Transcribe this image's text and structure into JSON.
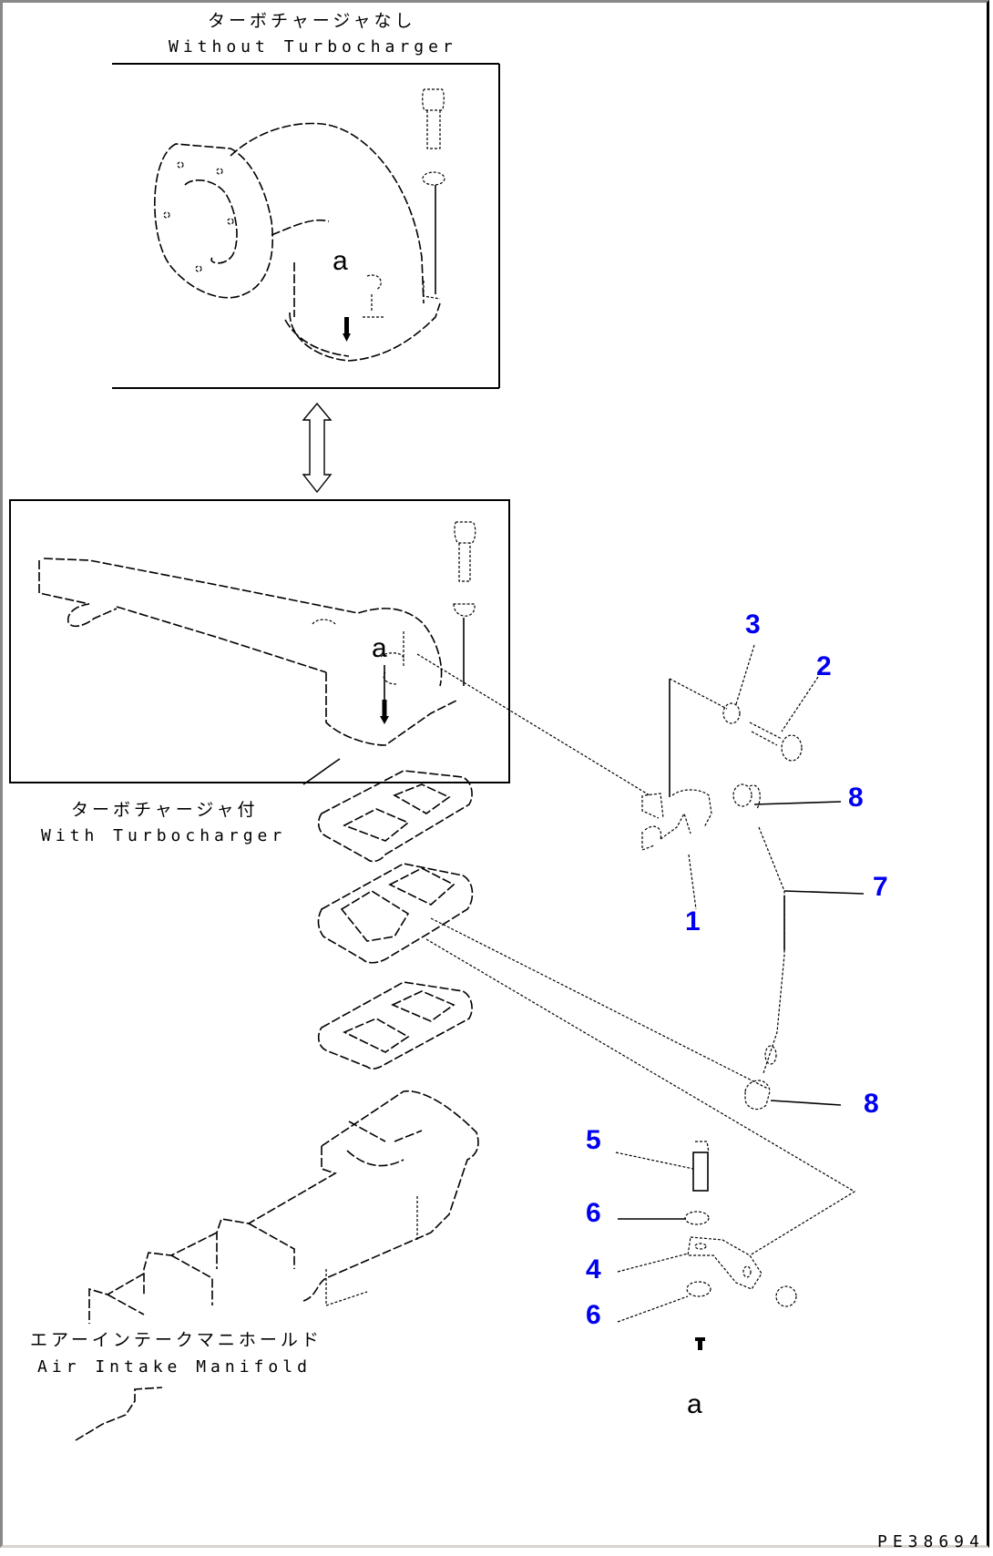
{
  "diagram": {
    "title_without_jp": "ターボチャージャなし",
    "title_without_en": "Without Turbocharger",
    "title_with_jp": "ターボチャージャ付",
    "title_with_en": "With Turbocharger",
    "manifold_jp": "エアーインテークマニホールド",
    "manifold_en": "Air Intake Manifold",
    "view_letter": "a",
    "reference_code": "PE38694",
    "callout_color": "#0000ee",
    "callouts": [
      {
        "id": "1",
        "label": "1"
      },
      {
        "id": "2",
        "label": "2"
      },
      {
        "id": "3",
        "label": "3"
      },
      {
        "id": "8a",
        "label": "8"
      },
      {
        "id": "7",
        "label": "7"
      },
      {
        "id": "8b",
        "label": "8"
      },
      {
        "id": "5",
        "label": "5"
      },
      {
        "id": "6a",
        "label": "6"
      },
      {
        "id": "4",
        "label": "4"
      },
      {
        "id": "6b",
        "label": "6"
      }
    ]
  }
}
